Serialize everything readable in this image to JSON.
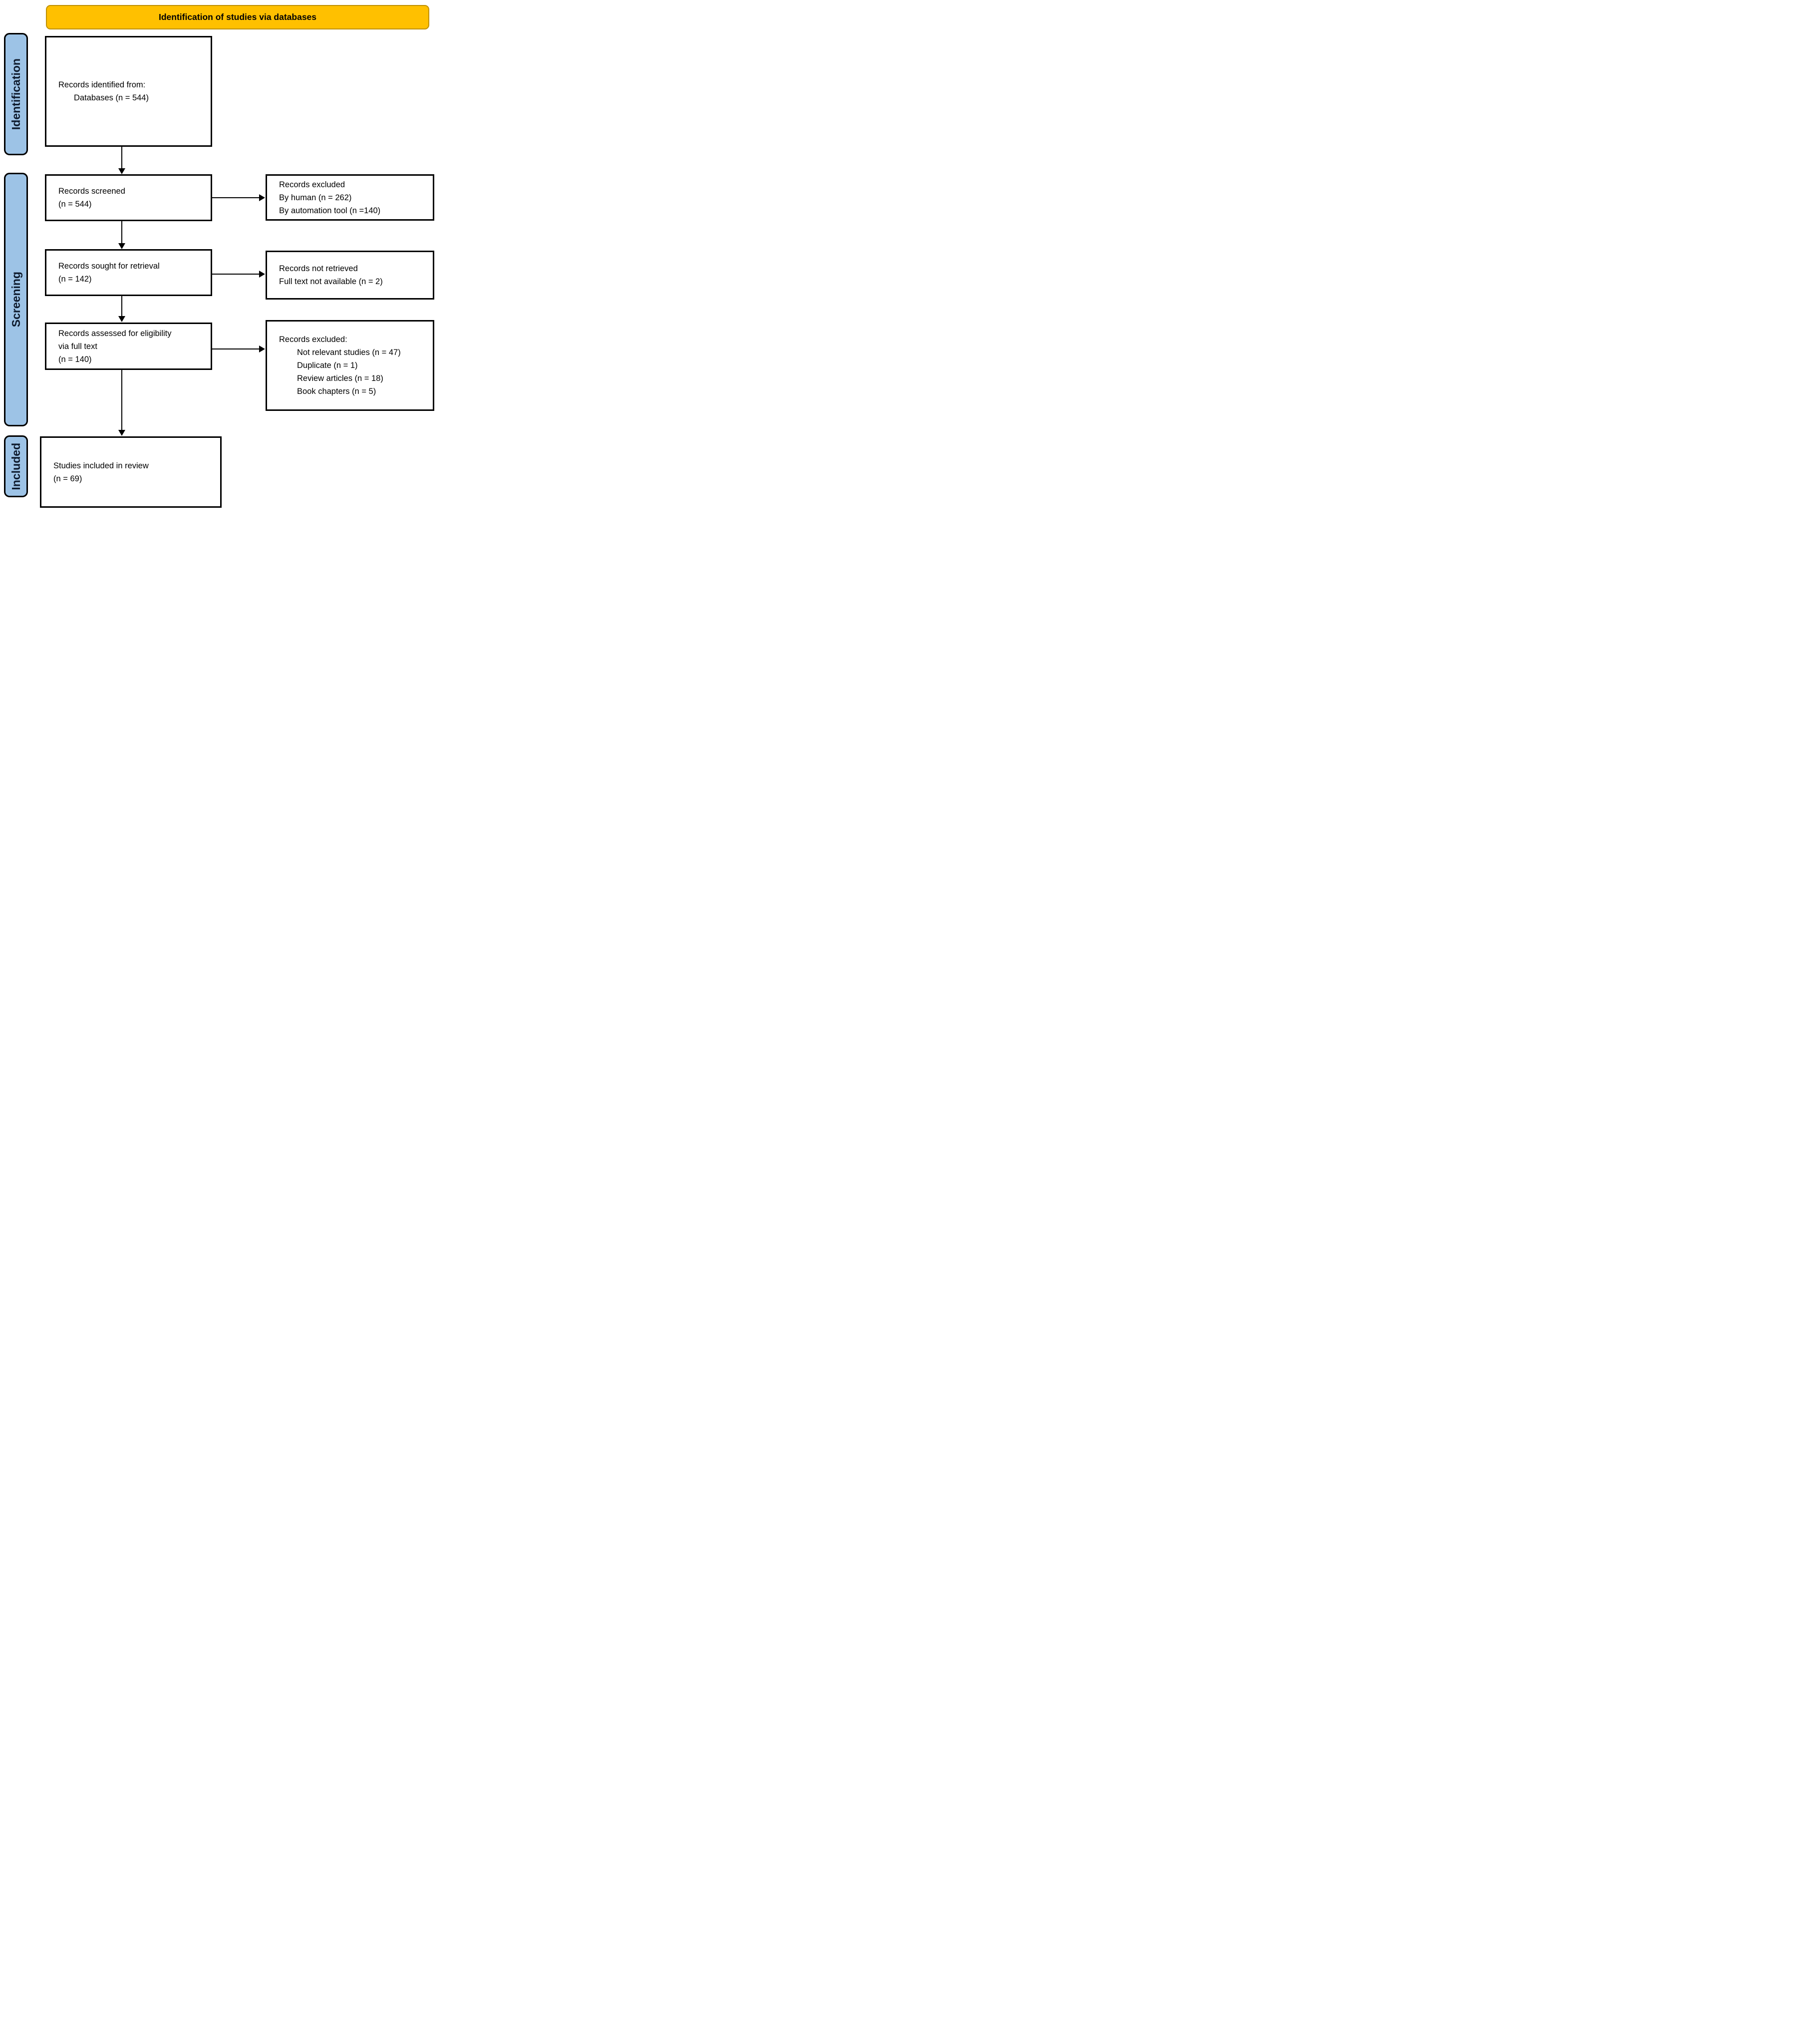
{
  "title_banner": {
    "label": "Identification of studies via databases"
  },
  "stages": [
    {
      "label": "Identification"
    },
    {
      "label": "Screening"
    },
    {
      "label": "Included"
    }
  ],
  "boxes": {
    "identified": {
      "lines": [
        "Records identified from:",
        "Databases (n = 544)"
      ]
    },
    "screened": {
      "lines": [
        "Records screened",
        "(n = 544)"
      ]
    },
    "sought": {
      "lines": [
        "Records sought for retrieval",
        "(n = 142)"
      ]
    },
    "assessed": {
      "lines": [
        "Records assessed for eligibility",
        "via full text",
        "(n = 140)"
      ]
    },
    "included": {
      "lines": [
        "Studies included in review",
        "(n = 69)"
      ]
    },
    "excluded_screening": {
      "lines": [
        "Records excluded",
        "By human (n = 262)",
        "By automation tool (n =140)"
      ]
    },
    "not_retrieved": {
      "lines": [
        "Records not retrieved",
        "Full text not available (n = 2)"
      ]
    },
    "excluded_fulltext": {
      "title": "Records excluded:",
      "items": [
        "Not relevant studies (n = 47)",
        "Duplicate (n = 1)",
        "Review articles (n = 18)",
        "Book chapters (n = 5)"
      ]
    }
  },
  "colors": {
    "banner_bg": "#FFC000",
    "banner_border": "#BF9000",
    "stage_bg": "#9DC3E6",
    "box_bg": "#FFFFFF",
    "line_color": "#000000"
  }
}
